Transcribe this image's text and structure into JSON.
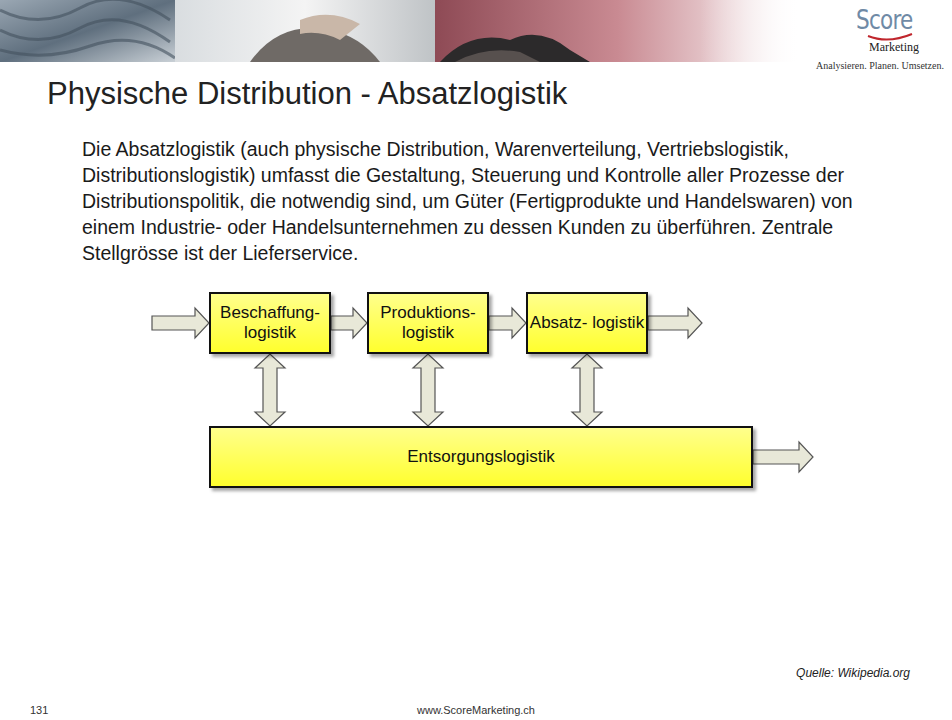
{
  "diagram": {
    "title": "Physische Distribution - Absatzlogistik",
    "nodes": [
      {
        "text": [
          "Beschaffung- logistik"
        ]
      },
      {
        "text": [
          "Produktions- logistik"
        ]
      },
      {
        "text": [
          "Absatz- logistik"
        ]
      },
      {
        "text": [
          "Entsorgungslogistik"
        ]
      }
    ],
    "edges": [
      {
        "from": 0,
        "to": 1,
        "arrow": "to"
      },
      {
        "from": 1,
        "to": 2,
        "arrow": "to"
      },
      {
        "from": 0,
        "to": 3,
        "arrow": "both"
      },
      {
        "from": 1,
        "to": 3,
        "arrow": "both"
      },
      {
        "from": 2,
        "to": 3,
        "arrow": "both"
      }
    ],
    "labels": [
      "Die Absatzlogistik (auch physische Distribution, Warenverteilung, Vertriebslogistik, Distributionslogistik) umfasst die Gestaltung, Steuerung und Kontrolle aller Prozesse der Distributionspolitik, die notwendig sind, um Güter (Fertigprodukte und Handelswaren) von einem Industrie- oder Handelsunternehmen zu dessen Kunden zu überführen. Zentrale Stellgrösse ist der Lieferservice.",
      "Score",
      "Marketing",
      "Analysieren. Planen. Umsetzen.",
      "Quelle: Wikipedia.org",
      "131",
      "www.ScoreMarketing.ch"
    ]
  }
}
